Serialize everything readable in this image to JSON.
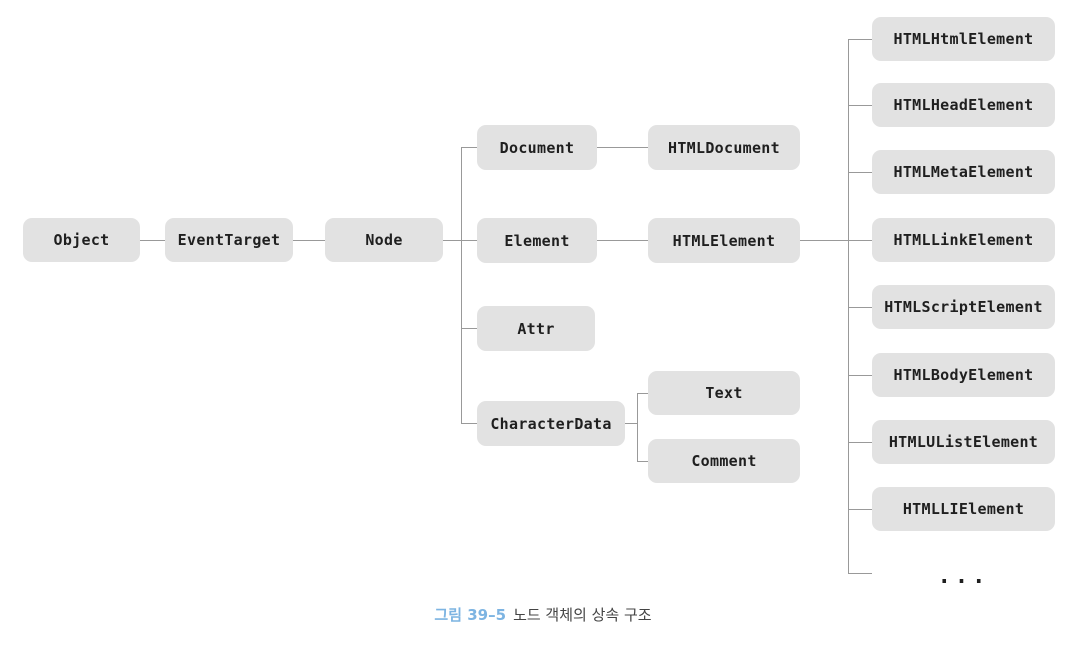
{
  "diagram": {
    "nodes": {
      "object": "Object",
      "event_target": "EventTarget",
      "node": "Node",
      "document": "Document",
      "html_document": "HTMLDocument",
      "element": "Element",
      "html_element": "HTMLElement",
      "attr": "Attr",
      "character_data": "CharacterData",
      "text": "Text",
      "comment": "Comment",
      "html_html_element": "HTMLHtmlElement",
      "html_head_element": "HTMLHeadElement",
      "html_meta_element": "HTMLMetaElement",
      "html_link_element": "HTMLLinkElement",
      "html_script_element": "HTMLScriptElement",
      "html_body_element": "HTMLBodyElement",
      "html_ulist_element": "HTMLUListElement",
      "html_li_element": "HTMLLIElement",
      "ellipsis": "..."
    },
    "colors": {
      "box_fill": "#e2e2e2",
      "box_text": "#1f1f1f",
      "line": "#999999",
      "caption_label": "#7db4e2",
      "caption_text": "#444444"
    }
  },
  "caption": {
    "figure_label": "그림 39–5",
    "figure_title": "노드 객체의 상속 구조"
  }
}
